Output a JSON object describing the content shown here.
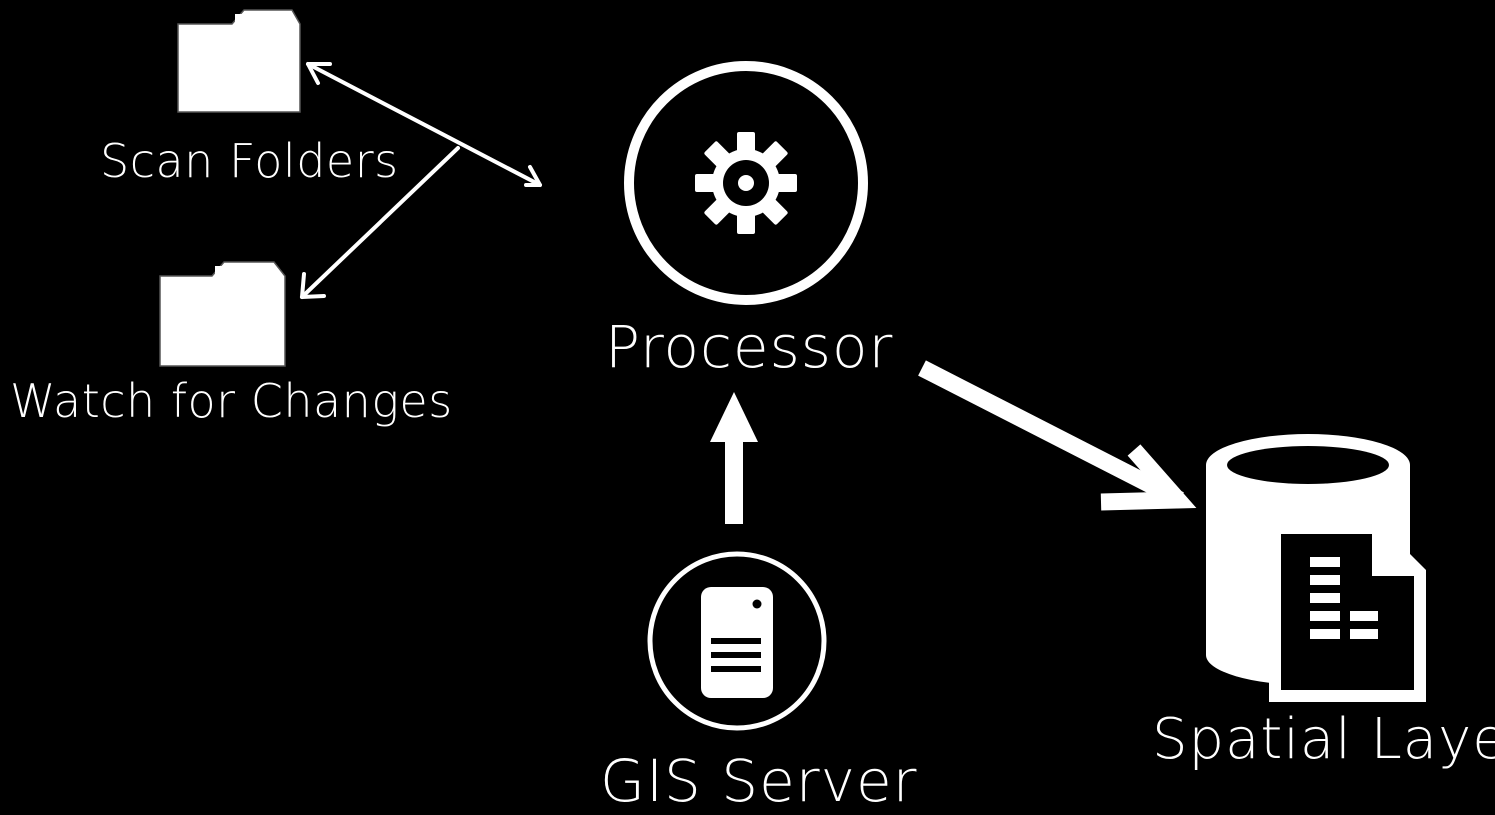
{
  "diagram": {
    "nodes": {
      "scan_folders": {
        "label": "Scan Folders",
        "icon": "folder-icon"
      },
      "watch_for_changes": {
        "label": "Watch for Changes",
        "icon": "folder-icon"
      },
      "processor": {
        "label": "Processor",
        "icon": "gear-icon"
      },
      "gis_server": {
        "label": "GIS Server",
        "icon": "server-icon"
      },
      "spatial_layer": {
        "label": "Spatial Layer",
        "icon": "database-table-icon"
      }
    },
    "edges": [
      {
        "from": "processor",
        "to": "scan_folders"
      },
      {
        "from": "scan_folders",
        "to": "processor"
      },
      {
        "from": "scan_folders",
        "to": "watch_for_changes"
      },
      {
        "from": "gis_server",
        "to": "processor"
      },
      {
        "from": "processor",
        "to": "spatial_layer"
      }
    ],
    "colors": {
      "background": "#000000",
      "foreground": "#ffffff"
    }
  }
}
